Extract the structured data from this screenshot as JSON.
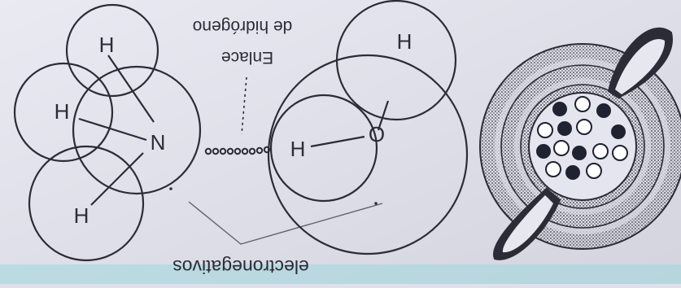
{
  "labels": {
    "atom_h_top": "H",
    "atom_h_left": "H",
    "atom_n": "N",
    "atom_h_bottom": "H",
    "atom_h_water_left": "H",
    "atom_o": "O",
    "atom_h_water_top": "H",
    "caption_enlace_line1": "Enlace",
    "caption_enlace_line2": "de hidrógeno",
    "caption_bottom": "electronegativos"
  },
  "colors": {
    "paper": "#dfe0ea",
    "ink": "#2b2c38",
    "nucleus_fill": "#1f2230"
  },
  "icons": {
    "orbital_atom": "atom-orbital-diagram-icon"
  }
}
